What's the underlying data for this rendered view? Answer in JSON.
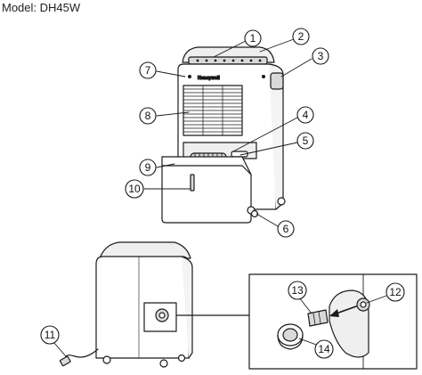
{
  "header": {
    "model": "Model: DH45W"
  },
  "unit": {
    "brand": "Honeywell"
  },
  "callouts": [
    {
      "label": "1"
    },
    {
      "label": "2"
    },
    {
      "label": "3"
    },
    {
      "label": "4"
    },
    {
      "label": "5"
    },
    {
      "label": "6"
    },
    {
      "label": "7"
    },
    {
      "label": "8"
    },
    {
      "label": "9"
    },
    {
      "label": "10"
    },
    {
      "label": "11"
    },
    {
      "label": "12"
    },
    {
      "label": "13"
    },
    {
      "label": "14"
    }
  ],
  "colors": {
    "line": "#1a1a1a",
    "shade": "#d9d9d9",
    "panel": "#efefef"
  }
}
